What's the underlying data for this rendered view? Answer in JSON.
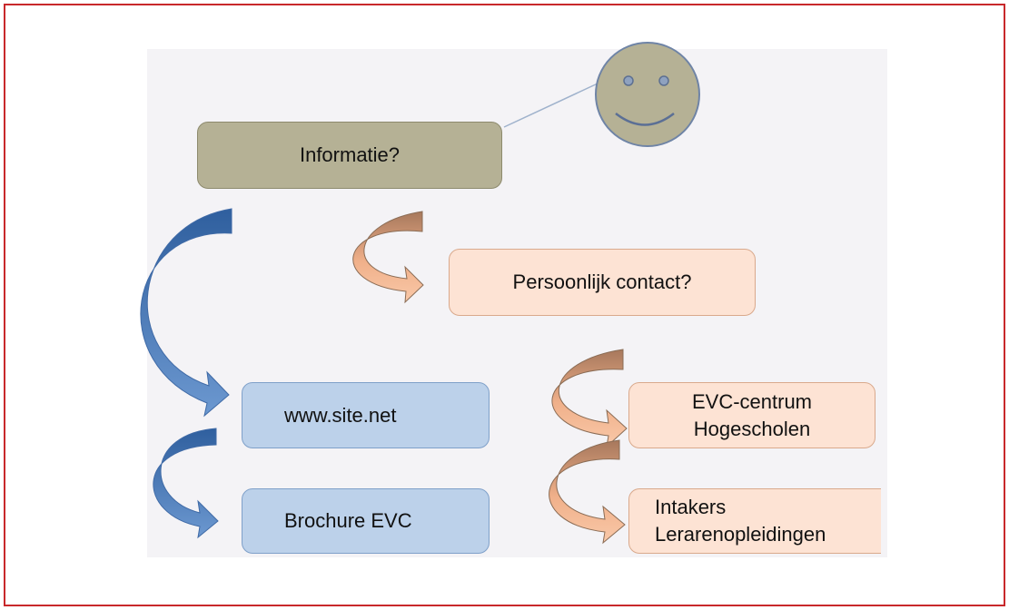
{
  "diagram": {
    "question": "Informatie?",
    "personal": "Persoonlijk contact?",
    "site": "www.site.net",
    "brochure": "Brochure EVC",
    "evc_line1": "EVC-centrum",
    "evc_line2": "Hogescholen",
    "intake_line1": "Intakers",
    "intake_line2": "Lerarenopleidingen"
  },
  "colors": {
    "frame": "#c8282b",
    "info_fill": "#b5b195",
    "peach_fill": "#fde3d4",
    "blue_fill": "#bcd1ea",
    "face_fill": "#b5b195",
    "arrow_blue": "#4d7fc0",
    "arrow_orange": "#f3b58f"
  },
  "icons": [
    "smiley-face-icon",
    "curved-arrow-icon"
  ]
}
